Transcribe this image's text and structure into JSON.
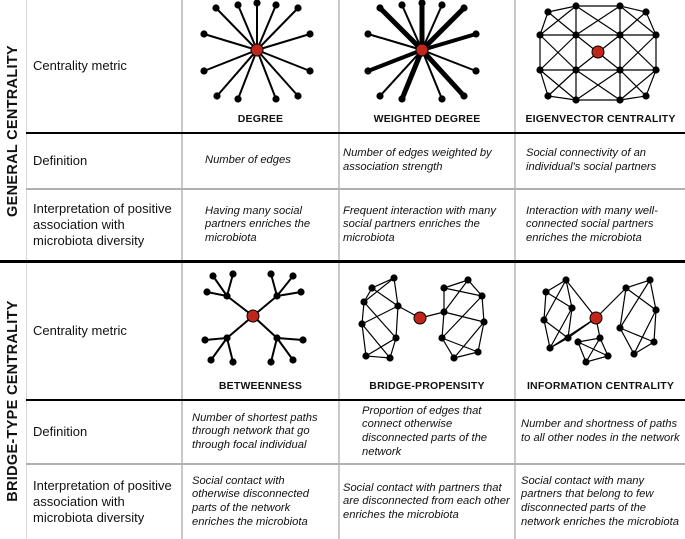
{
  "sections": {
    "general": {
      "title": "GENERAL CENTRALITY"
    },
    "bridge": {
      "title": "BRIDGE-TYPE CENTRALITY"
    }
  },
  "row_labels": {
    "centrality_metric": "Centrality metric",
    "definition": "Definition",
    "interpretation": "Interpretation of positive association with microbiota diversity"
  },
  "general_metrics": [
    {
      "name": "DEGREE",
      "definition": "Number of edges",
      "interpretation": "Having many social partners enriches the microbiota"
    },
    {
      "name": "WEIGHTED DEGREE",
      "definition": "Number of edges weighted by association strength",
      "interpretation": "Frequent interaction with many social partners enriches the microbiota"
    },
    {
      "name": "EIGENVECTOR CENTRALITY",
      "definition": "Social connectivity of an individual's social partners",
      "interpretation": "Interaction with many well-connected social partners enriches the microbiota"
    }
  ],
  "bridge_metrics": [
    {
      "name": "BETWEENNESS",
      "definition": "Number of shortest paths through network that go through focal individual",
      "interpretation": "Social contact with otherwise disconnected parts of the network enriches the microbiota"
    },
    {
      "name": "BRIDGE-PROPENSITY",
      "definition": "Proportion of edges that connect otherwise disconnected parts of the network",
      "interpretation": "Social contact with partners that are disconnected from each other enriches the microbiota"
    },
    {
      "name": "INFORMATION CENTRALITY",
      "definition": "Number and shortness of paths to all other nodes in the network",
      "interpretation": "Social contact with many partners that belong to few disconnected parts of the network enriches the microbiota"
    }
  ],
  "colors": {
    "focal_node": "#c0261a",
    "node": "#000000",
    "grid": "#c8c8c8"
  }
}
